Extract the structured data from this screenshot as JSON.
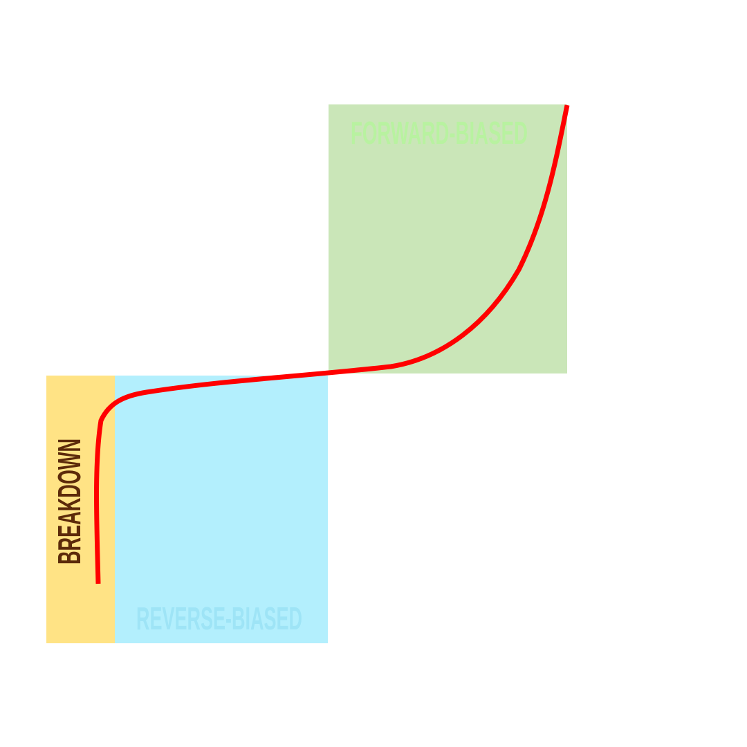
{
  "regions": {
    "breakdown": {
      "label": "BREAKDOWN",
      "fill": "#FFE385",
      "text_color": "#5C2A0A"
    },
    "reverse": {
      "label": "REVERSE-BIASED",
      "fill": "#B3EFFD",
      "text_color": "#9EE4F6"
    },
    "forward": {
      "label": "FORWARD-BIASED",
      "fill": "#CAE6B8",
      "text_color": "#B8F2A0"
    }
  },
  "curve": {
    "color": "#FF0000"
  }
}
